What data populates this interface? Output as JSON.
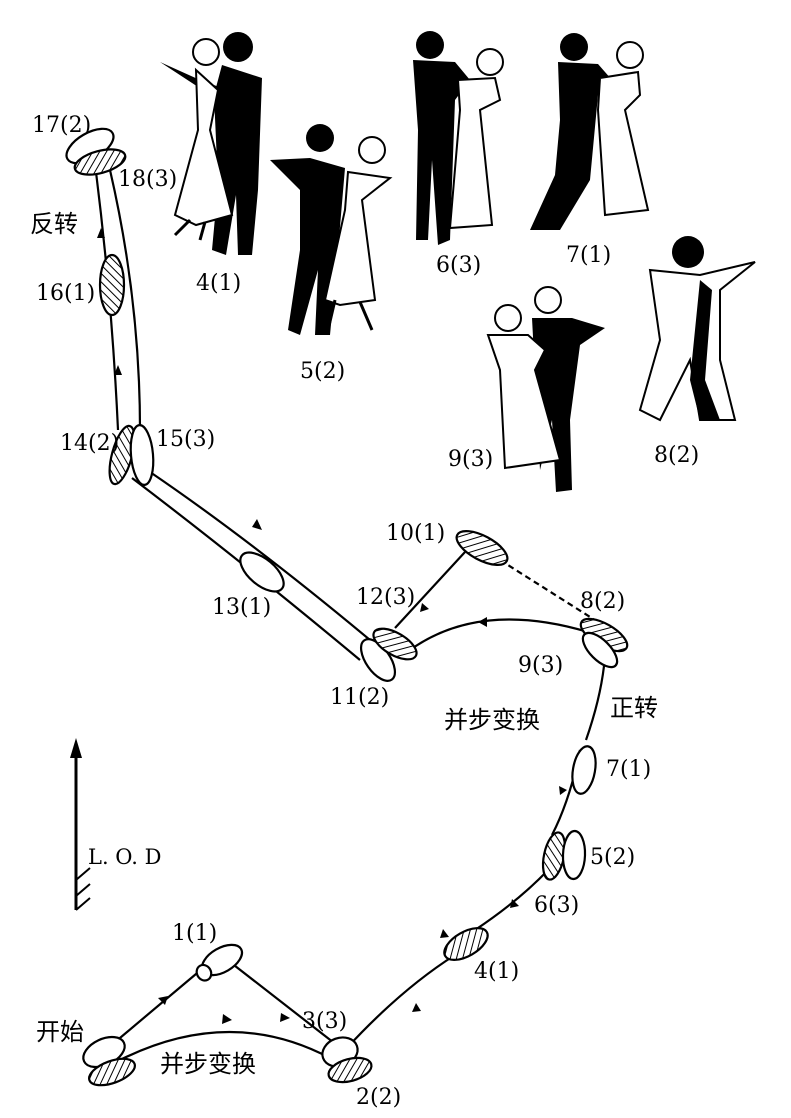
{
  "labels": {
    "start": "开始",
    "closed_change_a": "并步变换",
    "closed_change_b": "并步变换",
    "natural_turn": "正转",
    "reverse_turn": "反转",
    "lod": "L. O. D"
  },
  "steps": [
    {
      "id": "1",
      "text": "1(1)"
    },
    {
      "id": "2",
      "text": "2(2)"
    },
    {
      "id": "3",
      "text": "3(3)"
    },
    {
      "id": "4",
      "text": "4(1)"
    },
    {
      "id": "5",
      "text": "5(2)"
    },
    {
      "id": "6",
      "text": "6(3)"
    },
    {
      "id": "7",
      "text": "7(1)"
    },
    {
      "id": "8",
      "text": "8(2)"
    },
    {
      "id": "9",
      "text": "9(3)"
    },
    {
      "id": "10",
      "text": "10(1)"
    },
    {
      "id": "11",
      "text": "11(2)"
    },
    {
      "id": "12",
      "text": "12(3)"
    },
    {
      "id": "13",
      "text": "13(1)"
    },
    {
      "id": "14",
      "text": "14(2)"
    },
    {
      "id": "15",
      "text": "15(3)"
    },
    {
      "id": "16",
      "text": "16(1)"
    },
    {
      "id": "17",
      "text": "17(2)"
    },
    {
      "id": "18",
      "text": "18(3)"
    }
  ],
  "figures": [
    {
      "text": "4(1)"
    },
    {
      "text": "5(2)"
    },
    {
      "text": "6(3)"
    },
    {
      "text": "7(1)"
    },
    {
      "text": "8(2)"
    },
    {
      "text": "9(3)"
    }
  ],
  "icons": [
    "dancer-couple-icon",
    "footprint-icon",
    "hatched-footprint-icon",
    "arrow-icon"
  ]
}
